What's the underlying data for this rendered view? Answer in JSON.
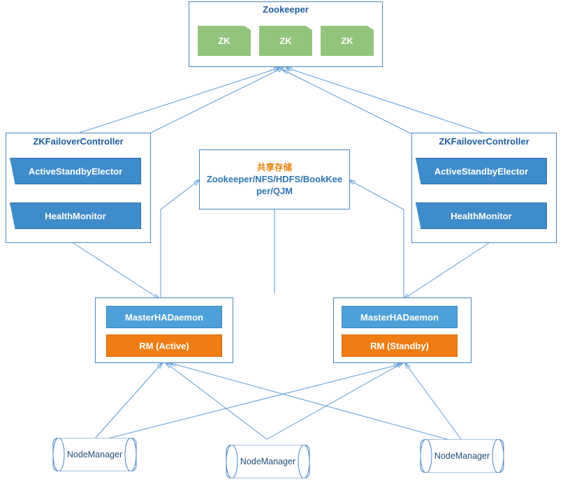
{
  "diagram": {
    "title_zookeeper": "Zookeeper",
    "zk_nodes": [
      "ZK",
      "ZK",
      "ZK"
    ],
    "zkfc_left_title": "ZKFailoverController",
    "zkfc_right_title": "ZKFailoverController",
    "zkfc_left_items": [
      "ActiveStandbyElector",
      "HealthMonitor"
    ],
    "zkfc_right_items": [
      "ActiveStandbyElector",
      "HealthMonitor"
    ],
    "shared_storage": {
      "title": "共享存储",
      "subtitle": "Zookeeper/NFS/HDFS/BookKeeper/QJM"
    },
    "rm_left": {
      "daemon": "MasterHADaemon",
      "state": "RM (Active)"
    },
    "rm_right": {
      "daemon": "MasterHADaemon",
      "state": "RM (Standby)"
    },
    "node_managers": [
      "NodeManager",
      "NodeManager",
      "NodeManager"
    ],
    "colors": {
      "border_blue": "#4a87c4",
      "title_blue": "#1f5c9e",
      "bar_blue": "#3f8ccb",
      "bar_light_blue": "#4da1d8",
      "orange": "#ef7d12",
      "zk_green": "#93c47d",
      "shared_title_orange": "#e8820c",
      "line_blue": "#5b9bd5"
    }
  }
}
